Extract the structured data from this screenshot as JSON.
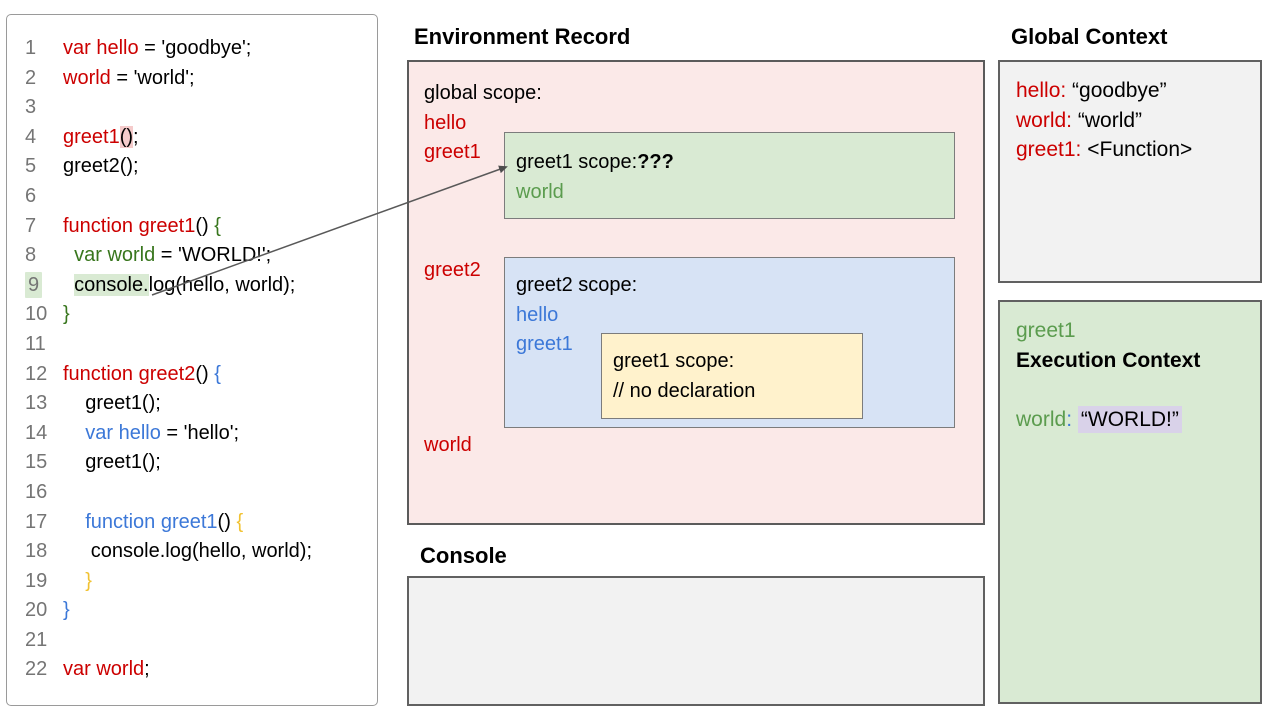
{
  "colors": {
    "red_text": "#cc0000",
    "dark_green_text": "#38761d",
    "light_green_text": "#5b9c4e",
    "blue_text": "#3c78d8",
    "yellow_text": "#f1c232",
    "black_text": "#000000",
    "line_number_gray": "#757575",
    "pink_box_bg": "#fbe9e8",
    "pink_highlight": "#f5cbcb",
    "green_box_bg": "#d9ead3",
    "blue_box_bg": "#d7e3f5",
    "yellow_box_bg": "#fff2cc",
    "gray_box_bg": "#f2f2f2",
    "lavender_highlight": "#d9d2e9"
  },
  "code": {
    "lines": [
      {
        "n": "1",
        "segs": [
          {
            "t": "var hello",
            "c": "red"
          },
          {
            "t": " = 'goodbye';",
            "c": "black"
          }
        ]
      },
      {
        "n": "2",
        "segs": [
          {
            "t": "world",
            "c": "red"
          },
          {
            "t": " = 'world';",
            "c": "black"
          }
        ]
      },
      {
        "n": "3",
        "segs": []
      },
      {
        "n": "4",
        "segs": [
          {
            "t": "greet1",
            "c": "red"
          },
          {
            "t": "()",
            "c": "black",
            "bg": "pink"
          },
          {
            "t": ";",
            "c": "black"
          }
        ]
      },
      {
        "n": "5",
        "segs": [
          {
            "t": "greet2();",
            "c": "black"
          }
        ]
      },
      {
        "n": "6",
        "segs": []
      },
      {
        "n": "7",
        "segs": [
          {
            "t": "function greet1",
            "c": "red"
          },
          {
            "t": "() ",
            "c": "black"
          },
          {
            "t": "{",
            "c": "dgreen"
          }
        ]
      },
      {
        "n": "8",
        "segs": [
          {
            "t": "  var world",
            "c": "dgreen"
          },
          {
            "t": " = 'WORLD!';",
            "c": "black"
          }
        ]
      },
      {
        "n": "9",
        "hlNum": true,
        "segs": [
          {
            "t": "  ",
            "c": "black"
          },
          {
            "t": "console.",
            "c": "black",
            "bg": "green"
          },
          {
            "t": "log(hello, world);",
            "c": "black"
          }
        ]
      },
      {
        "n": "10",
        "segs": [
          {
            "t": "}",
            "c": "dgreen"
          }
        ]
      },
      {
        "n": "11",
        "segs": []
      },
      {
        "n": "12",
        "segs": [
          {
            "t": "function greet2",
            "c": "red"
          },
          {
            "t": "() ",
            "c": "black"
          },
          {
            "t": "{",
            "c": "blue"
          }
        ]
      },
      {
        "n": "13",
        "segs": [
          {
            "t": "    greet1();",
            "c": "black"
          }
        ]
      },
      {
        "n": "14",
        "segs": [
          {
            "t": "    var hello",
            "c": "blue"
          },
          {
            "t": " = 'hello';",
            "c": "black"
          }
        ]
      },
      {
        "n": "15",
        "segs": [
          {
            "t": "    greet1();",
            "c": "black"
          }
        ]
      },
      {
        "n": "16",
        "segs": []
      },
      {
        "n": "17",
        "segs": [
          {
            "t": "    function greet1",
            "c": "blue"
          },
          {
            "t": "() ",
            "c": "black"
          },
          {
            "t": "{",
            "c": "yellow"
          }
        ]
      },
      {
        "n": "18",
        "segs": [
          {
            "t": "     console.log(hello, world);",
            "c": "black"
          }
        ]
      },
      {
        "n": "19",
        "segs": [
          {
            "t": "    }",
            "c": "yellow"
          }
        ]
      },
      {
        "n": "20",
        "segs": [
          {
            "t": "}",
            "c": "blue"
          }
        ]
      },
      {
        "n": "21",
        "segs": []
      },
      {
        "n": "22",
        "segs": [
          {
            "t": "var world",
            "c": "red"
          },
          {
            "t": ";",
            "c": "black"
          }
        ]
      }
    ]
  },
  "environment_record": {
    "title": "Environment Record",
    "global_scope_label": "global scope:",
    "global_var_1": "hello",
    "global_var_2": "greet1",
    "global_var_3": "greet2",
    "global_var_4": "world",
    "greet1_scope": {
      "title": "greet1 scope:",
      "question_marks": "???",
      "var_1": "world"
    },
    "greet2_scope": {
      "title": "greet2 scope:",
      "var_1": "hello",
      "var_2": "greet1",
      "inner_greet1_scope": {
        "title": "greet1 scope:",
        "comment": "// no declaration"
      }
    }
  },
  "console_panel": {
    "title": "Console"
  },
  "global_context": {
    "title": "Global Context",
    "entries": [
      {
        "key": "hello:",
        "value": " “goodbye”"
      },
      {
        "key": "world:",
        "value": " “world”"
      },
      {
        "key": "greet1:",
        "value": " <Function>"
      }
    ]
  },
  "execution_context": {
    "function_name": "greet1",
    "title": "Execution Context",
    "var_name": "world",
    "colon": ":",
    "value": "“WORLD!”"
  }
}
